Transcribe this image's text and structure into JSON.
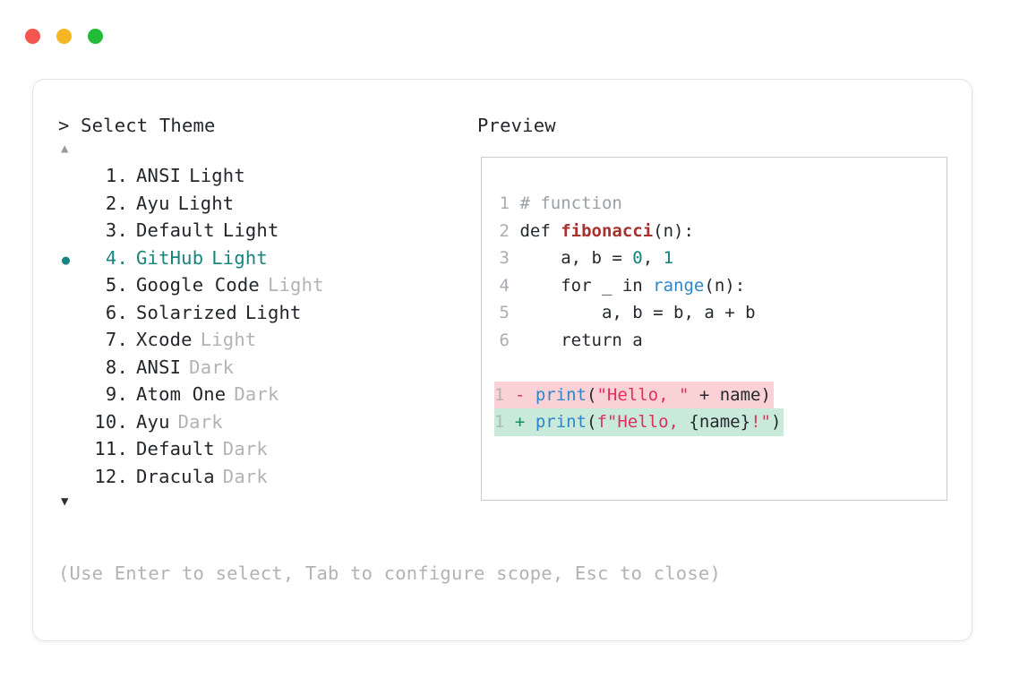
{
  "window": {
    "traffic_lights": [
      {
        "name": "close",
        "color": "#f4574f"
      },
      {
        "name": "minimize",
        "color": "#f5b626"
      },
      {
        "name": "maximize",
        "color": "#22bd36"
      }
    ]
  },
  "prompt": {
    "heading": "> Select Theme",
    "scroll_up_icon": "▲",
    "scroll_down_icon": "▼",
    "selected_bullet": "●"
  },
  "themes": [
    {
      "num": "1.",
      "name": "ANSI",
      "variant": "Light",
      "variant_muted": false,
      "selected": false
    },
    {
      "num": "2.",
      "name": "Ayu",
      "variant": "Light",
      "variant_muted": false,
      "selected": false
    },
    {
      "num": "3.",
      "name": "Default",
      "variant": "Light",
      "variant_muted": false,
      "selected": false
    },
    {
      "num": "4.",
      "name": "GitHub",
      "variant": "Light",
      "variant_muted": false,
      "selected": true
    },
    {
      "num": "5.",
      "name": "Google Code",
      "variant": "Light",
      "variant_muted": true,
      "selected": false
    },
    {
      "num": "6.",
      "name": "Solarized",
      "variant": "Light",
      "variant_muted": false,
      "selected": false
    },
    {
      "num": "7.",
      "name": "Xcode",
      "variant": "Light",
      "variant_muted": true,
      "selected": false
    },
    {
      "num": "8.",
      "name": "ANSI",
      "variant": "Dark",
      "variant_muted": true,
      "selected": false
    },
    {
      "num": "9.",
      "name": "Atom One",
      "variant": "Dark",
      "variant_muted": true,
      "selected": false
    },
    {
      "num": "10.",
      "name": "Ayu",
      "variant": "Dark",
      "variant_muted": true,
      "selected": false
    },
    {
      "num": "11.",
      "name": "Default",
      "variant": "Dark",
      "variant_muted": true,
      "selected": false
    },
    {
      "num": "12.",
      "name": "Dracula",
      "variant": "Dark",
      "variant_muted": true,
      "selected": false
    }
  ],
  "preview": {
    "heading": "Preview",
    "code_lines": [
      {
        "ln": "1",
        "tokens": [
          {
            "t": "# function",
            "c": "comment"
          }
        ]
      },
      {
        "ln": "2",
        "tokens": [
          {
            "t": "def ",
            "c": "plain"
          },
          {
            "t": "fibonacci",
            "c": "fn"
          },
          {
            "t": "(n):",
            "c": "plain"
          }
        ]
      },
      {
        "ln": "3",
        "tokens": [
          {
            "t": "    a, b = ",
            "c": "plain"
          },
          {
            "t": "0",
            "c": "num"
          },
          {
            "t": ", ",
            "c": "plain"
          },
          {
            "t": "1",
            "c": "num"
          }
        ]
      },
      {
        "ln": "4",
        "tokens": [
          {
            "t": "    for _ in ",
            "c": "plain"
          },
          {
            "t": "range",
            "c": "builtin"
          },
          {
            "t": "(n):",
            "c": "plain"
          }
        ]
      },
      {
        "ln": "5",
        "tokens": [
          {
            "t": "        a, b = b, a + b",
            "c": "plain"
          }
        ]
      },
      {
        "ln": "6",
        "tokens": [
          {
            "t": "    return a",
            "c": "plain"
          }
        ]
      }
    ],
    "diff_lines": [
      {
        "ln": "1",
        "kind": "del",
        "marker": "-",
        "tokens": [
          {
            "t": "print",
            "c": "print"
          },
          {
            "t": "(",
            "c": "plain"
          },
          {
            "t": "\"Hello, \"",
            "c": "str"
          },
          {
            "t": " + name)",
            "c": "plain"
          }
        ]
      },
      {
        "ln": "1",
        "kind": "add",
        "marker": "+",
        "tokens": [
          {
            "t": "print",
            "c": "print"
          },
          {
            "t": "(",
            "c": "plain"
          },
          {
            "t": "f\"Hello, ",
            "c": "str"
          },
          {
            "t": "{name}",
            "c": "plain"
          },
          {
            "t": "!\"",
            "c": "str"
          },
          {
            "t": ")",
            "c": "plain"
          }
        ]
      }
    ]
  },
  "footer": {
    "hint": "(Use Enter to select, Tab to configure scope, Esc to close)"
  }
}
